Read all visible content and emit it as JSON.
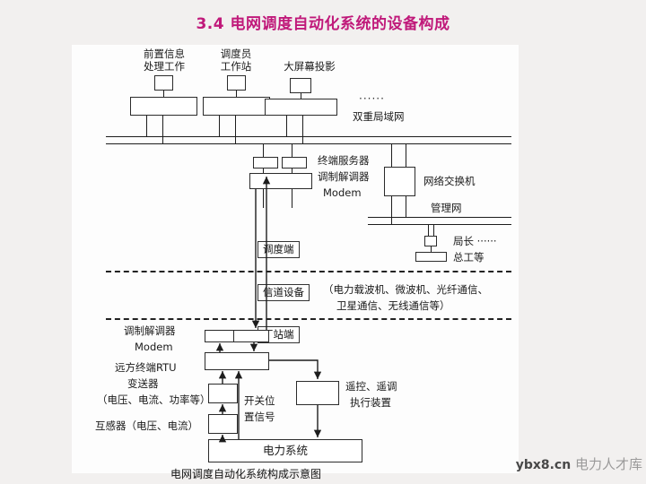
{
  "slide": {
    "title": "3.4 电网调度自动化系统的设备构成",
    "title_color": "#c0197a",
    "caption": "电网调度自动化系统构成示意图",
    "watermark_url": "ybx8.cn",
    "watermark_text": "电力人才库"
  },
  "dispatch_layer": {
    "zone_label": "调度端",
    "lan_label": "双重局域网",
    "lan_dots": "······",
    "workstations": [
      {
        "name_line1": "前置信息",
        "name_line2": "处理工作"
      },
      {
        "name_line1": "调度员",
        "name_line2": "工作站"
      },
      {
        "name_line1": "大屏幕投影",
        "name_line2": ""
      }
    ],
    "terminal_server": {
      "line1": "终端服务器",
      "line2": "调制解调器",
      "line3": "Modem"
    },
    "switch_label": "网络交换机",
    "mgmt_net_label": "管理网",
    "mgmt_terminal_line1": "局长 ······",
    "mgmt_terminal_line2": "总工等"
  },
  "channel_layer": {
    "zone_label": "信道设备",
    "detail_line1": "（电力载波机、微波机、光纤通信、",
    "detail_line2": "卫星通信、无线通信等）"
  },
  "station_layer": {
    "zone_label": "厂站端",
    "modem_line1": "调制解调器",
    "modem_line2": "Modem",
    "rtu_line1": "远方终端RTU",
    "transducer_line1": "变送器",
    "transducer_line2": "（电压、电流、功率等）",
    "ct_pt_label": "互感器（电压、电流）",
    "switch_signal_line1": "开关位",
    "switch_signal_line2": "置信号",
    "actuator_line1": "遥控、遥调",
    "actuator_line2": "执行装置",
    "power_system_label": "电力系统"
  }
}
